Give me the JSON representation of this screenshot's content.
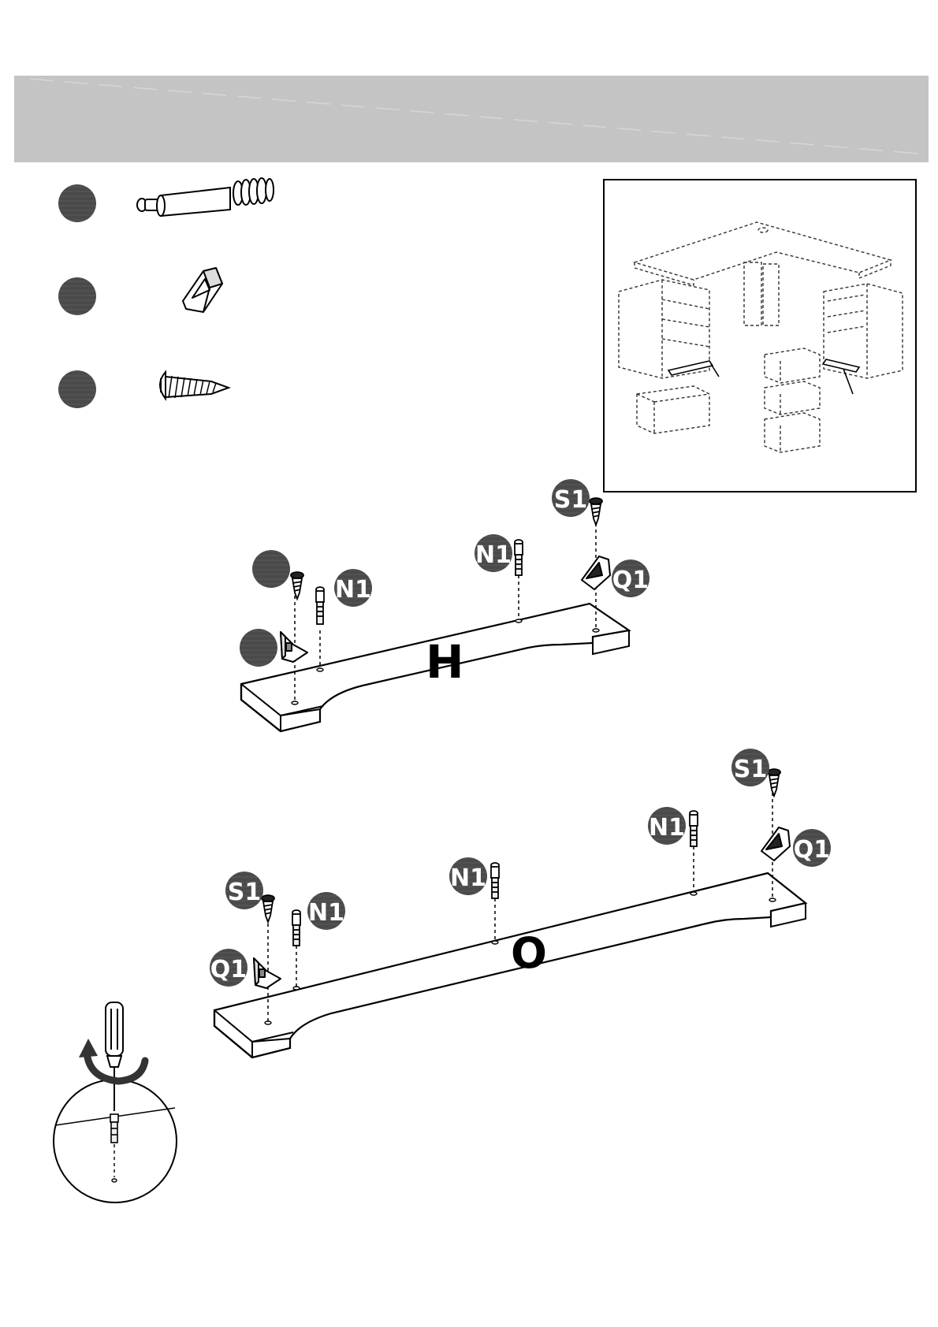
{
  "labels": {
    "screw": "S1",
    "dowel": "N1",
    "bracket": "Q1"
  },
  "parts": {
    "upper_panel": "H",
    "lower_panel": "O"
  },
  "colors": {
    "header_band": "#c4c4c4",
    "badge_fill": "#4a4a4a",
    "line": "#000000"
  },
  "legend_items": [
    {
      "icon": "cam-dowel-icon"
    },
    {
      "icon": "corner-bracket-icon"
    },
    {
      "icon": "screw-icon"
    }
  ]
}
